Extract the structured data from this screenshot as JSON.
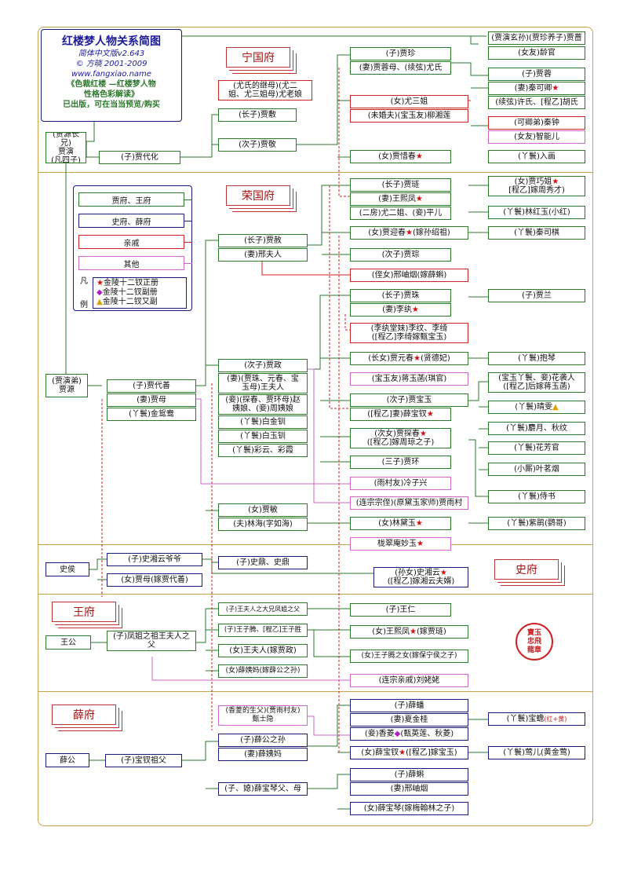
{
  "header": {
    "title": "红楼梦人物关系简图",
    "edition": "简体中文版v2.643",
    "copyright": "© 方晓  2001-2009",
    "website": "www.fangxiao.name",
    "book_line1": "《色裁红楼 —红楼梦人物",
    "book_line2": "性格色彩解读》",
    "published": "已出版，可在当当预览/购买"
  },
  "sections": {
    "ningguo": "宁国府",
    "rongguo": "荣国府",
    "shifu": "史府",
    "wangfu": "王府",
    "xuefu": "薛府"
  },
  "legend": {
    "items": [
      "贾府、王府",
      "史府、薛府",
      "亲戚",
      "其他"
    ],
    "fan": "凡",
    "li": "例",
    "mark1": "金陵十二钗正册",
    "mark2": "金陵十二钗副册",
    "mark3": "金陵十二钗又副"
  },
  "seal_text": "寶玉\n忠飛\n龍章",
  "colors": {
    "family": "#1a1a7a",
    "relative": "#c22",
    "other": "#c6c",
    "gold": "#c8a24a"
  },
  "persons": {
    "jia_yuan_zhang": "(贾源长兄)\n贾演\n(凡四子)",
    "jia_dai_hua": "(子)贾代化",
    "jia_fu": "(长子)贾敷",
    "jia_jing": "(次子)贾敬",
    "you_lao_niang": "(尤氏的继母)(尤二\n姐、尤三姐母)尤老娘",
    "jia_zhen": "(子)贾珍",
    "you_shi": "(妻)贾蓉母、(续弦)尤氏",
    "you_sanjie": "(女)尤三姐",
    "liu_xianglian": "(未婚夫)(宝玉友)柳湘莲",
    "jia_xichun": "(女)贾惜春",
    "jia_qiang": "(贾演玄孙)(贾珍养子)贾蔷",
    "ling_guan": "(女友)龄官",
    "jia_rong": "(子)贾蓉",
    "qin_keqing": "(妻)秦可卿",
    "xu_shi": "(续弦)许氏、[程乙]胡氏",
    "qin_zhong": "(可卿弟)秦钟",
    "zhi_neng": "(女友)智能儿",
    "ru_hua": "(丫鬟)入画",
    "jia_yuan_di": "(贾演弟)\n贾源",
    "jia_dai_shan": "(子)贾代善",
    "jia_mu": "(妻)贾母",
    "yuanyang": "(丫鬟)金鸳鸯",
    "jia_she": "(长子)贾赦",
    "xing_furen": "(妻)邢夫人",
    "jia_lian": "(长子)贾琏",
    "wang_xifeng": "(妻)王熙凤",
    "you_erjie": "(二房)尤二姐、(妾)平儿",
    "jia_qiaojie": "(女)贾巧姐",
    "qiaojie_note": "[程乙]嫁周秀才)",
    "lin_hongyu": "(丫鬟)林红玉(小红)",
    "jia_yingchun": "(女)贾迎春",
    "yingchun_note": "(嫁孙绍祖)",
    "si_qi": "(丫鬟)秦司棋",
    "jia_cong": "(次子)贾琮",
    "xing_xiuyan": "(侄女)邢岫烟(嫁薛蝌)",
    "jia_zheng": "(次子)贾政",
    "wang_furen": "(妻)(贾珠、元春、宝\n玉母)王夫人",
    "zhao_yiniang": "(妾)(探春、贾环母)赵\n姨娘、(妾)周姨娘",
    "bai_jinchuan": "(丫鬟)白金钏",
    "bai_yuchuan": "(丫鬟)白玉钏",
    "caiyun": "(丫鬟)彩云、彩霞",
    "jia_zhu": "(长子)贾珠",
    "li_wan": "(妻)李纨",
    "li_wen": "(李纨堂妹)李纹、李绮\n([程乙]李绮嫁甄宝玉)",
    "jia_lan": "(子)贾兰",
    "jia_yuanchun": "(长女)贾元春",
    "yuanchun_note": "(贤德妃)",
    "bao_qin": "(丫鬟)抱琴",
    "jiang_yuhan": "(宝玉友)蒋玉菡(琪官)",
    "hua_xiren": "(宝玉丫鬟、妾)花袭人\n([程乙]后嫁蒋玉菡)",
    "jia_baoyu": "(次子)贾宝玉",
    "qing_wen": "(丫鬟)晴雯",
    "xue_baochai_wife": "([程乙]妻)薛宝钗",
    "she_yue": "(丫鬟)麝月、秋纹",
    "jia_tanchun": "(次女)贾探春",
    "tanchun_note": "([程乙]嫁周琼之子)",
    "hua_fangguan": "(丫鬟)花芳官",
    "ye_mingyan": "(小厮)叶茗烟",
    "jia_huan": "(三子)贾环",
    "leng_zixing": "(雨村友)冷子兴",
    "shi_shu": "(丫鬟)侍书",
    "jia_yucun": "(连宗宗侄)(原黛玉家师)贾雨村",
    "jia_min": "(女)贾敏",
    "lin_ruhai": "(夫)林海(字如海)",
    "lin_daiyu": "(女)林黛玉",
    "zi_juan": "(丫鬟)紫鹃(鹦哥)",
    "miao_yu": "栊翠庵妙玉",
    "shi_hou": "史侯",
    "shi_grandpa": "(子)史湘云爷爷",
    "shi_jiamu": "(女)贾母(嫁贾代善)",
    "shi_nai": "(子)史鼐、史鼎",
    "shi_xiangyun": "(孙女)史湘云",
    "xiangyun_note": "([程乙]嫁湘云夫婿)",
    "wang_gong": "王公",
    "wang_ancestor": "(子)凤姐之祖王夫人之\n父",
    "wang_xifeng_father": "(子)王夫人之大兄凤姐之父",
    "wang_ziteng": "(子)王子腾、[程乙]王子胜",
    "wang_furen2": "(女)王夫人(嫁贾政)",
    "xue_yima": "(女)薛姨妈(嫁薛公之孙)",
    "wang_ren": "(子)王仁",
    "wang_xifeng2": "(女)王熙凤",
    "xifeng2_note": "(嫁贾琏)",
    "wang_ziteng_daughter": "(女)王子腾之女(嫁保宁侯之子)",
    "liu_laolao": "(连宗亲戚)刘姥姥",
    "xue_gong": "薛公",
    "xue_baochai_grandpa": "(子)宝钗祖父",
    "zhen_shiyin": "(香菱的生父)(贾雨村友)\n甄士隐",
    "xue_grandson": "(子)薛公之孙",
    "xue_yima2": "(妻)薛姨妈",
    "xue_baoqin_parents": "(子、媳)薛宝琴父、母",
    "xue_pan": "(子)薛蟠",
    "xia_jingui": "(妻)夏金桂",
    "xiang_ling": "(妾)香菱",
    "xiangling_note": "(甄英莲、秋菱)",
    "xue_baochai": "(女)薛宝钗",
    "baochai_note": "([程乙]嫁宝玉)",
    "bao_chan": "(丫鬟)宝蟾",
    "bao_chan_note": "(红+黄)",
    "huang_ying": "(丫鬟)莺儿(黄金莺)",
    "xue_ke": "(子)薛蝌",
    "xing_xiuyan2": "(妻)邢岫烟",
    "xue_baoqin": "(女)薛宝琴(嫁梅翰林之子)"
  }
}
